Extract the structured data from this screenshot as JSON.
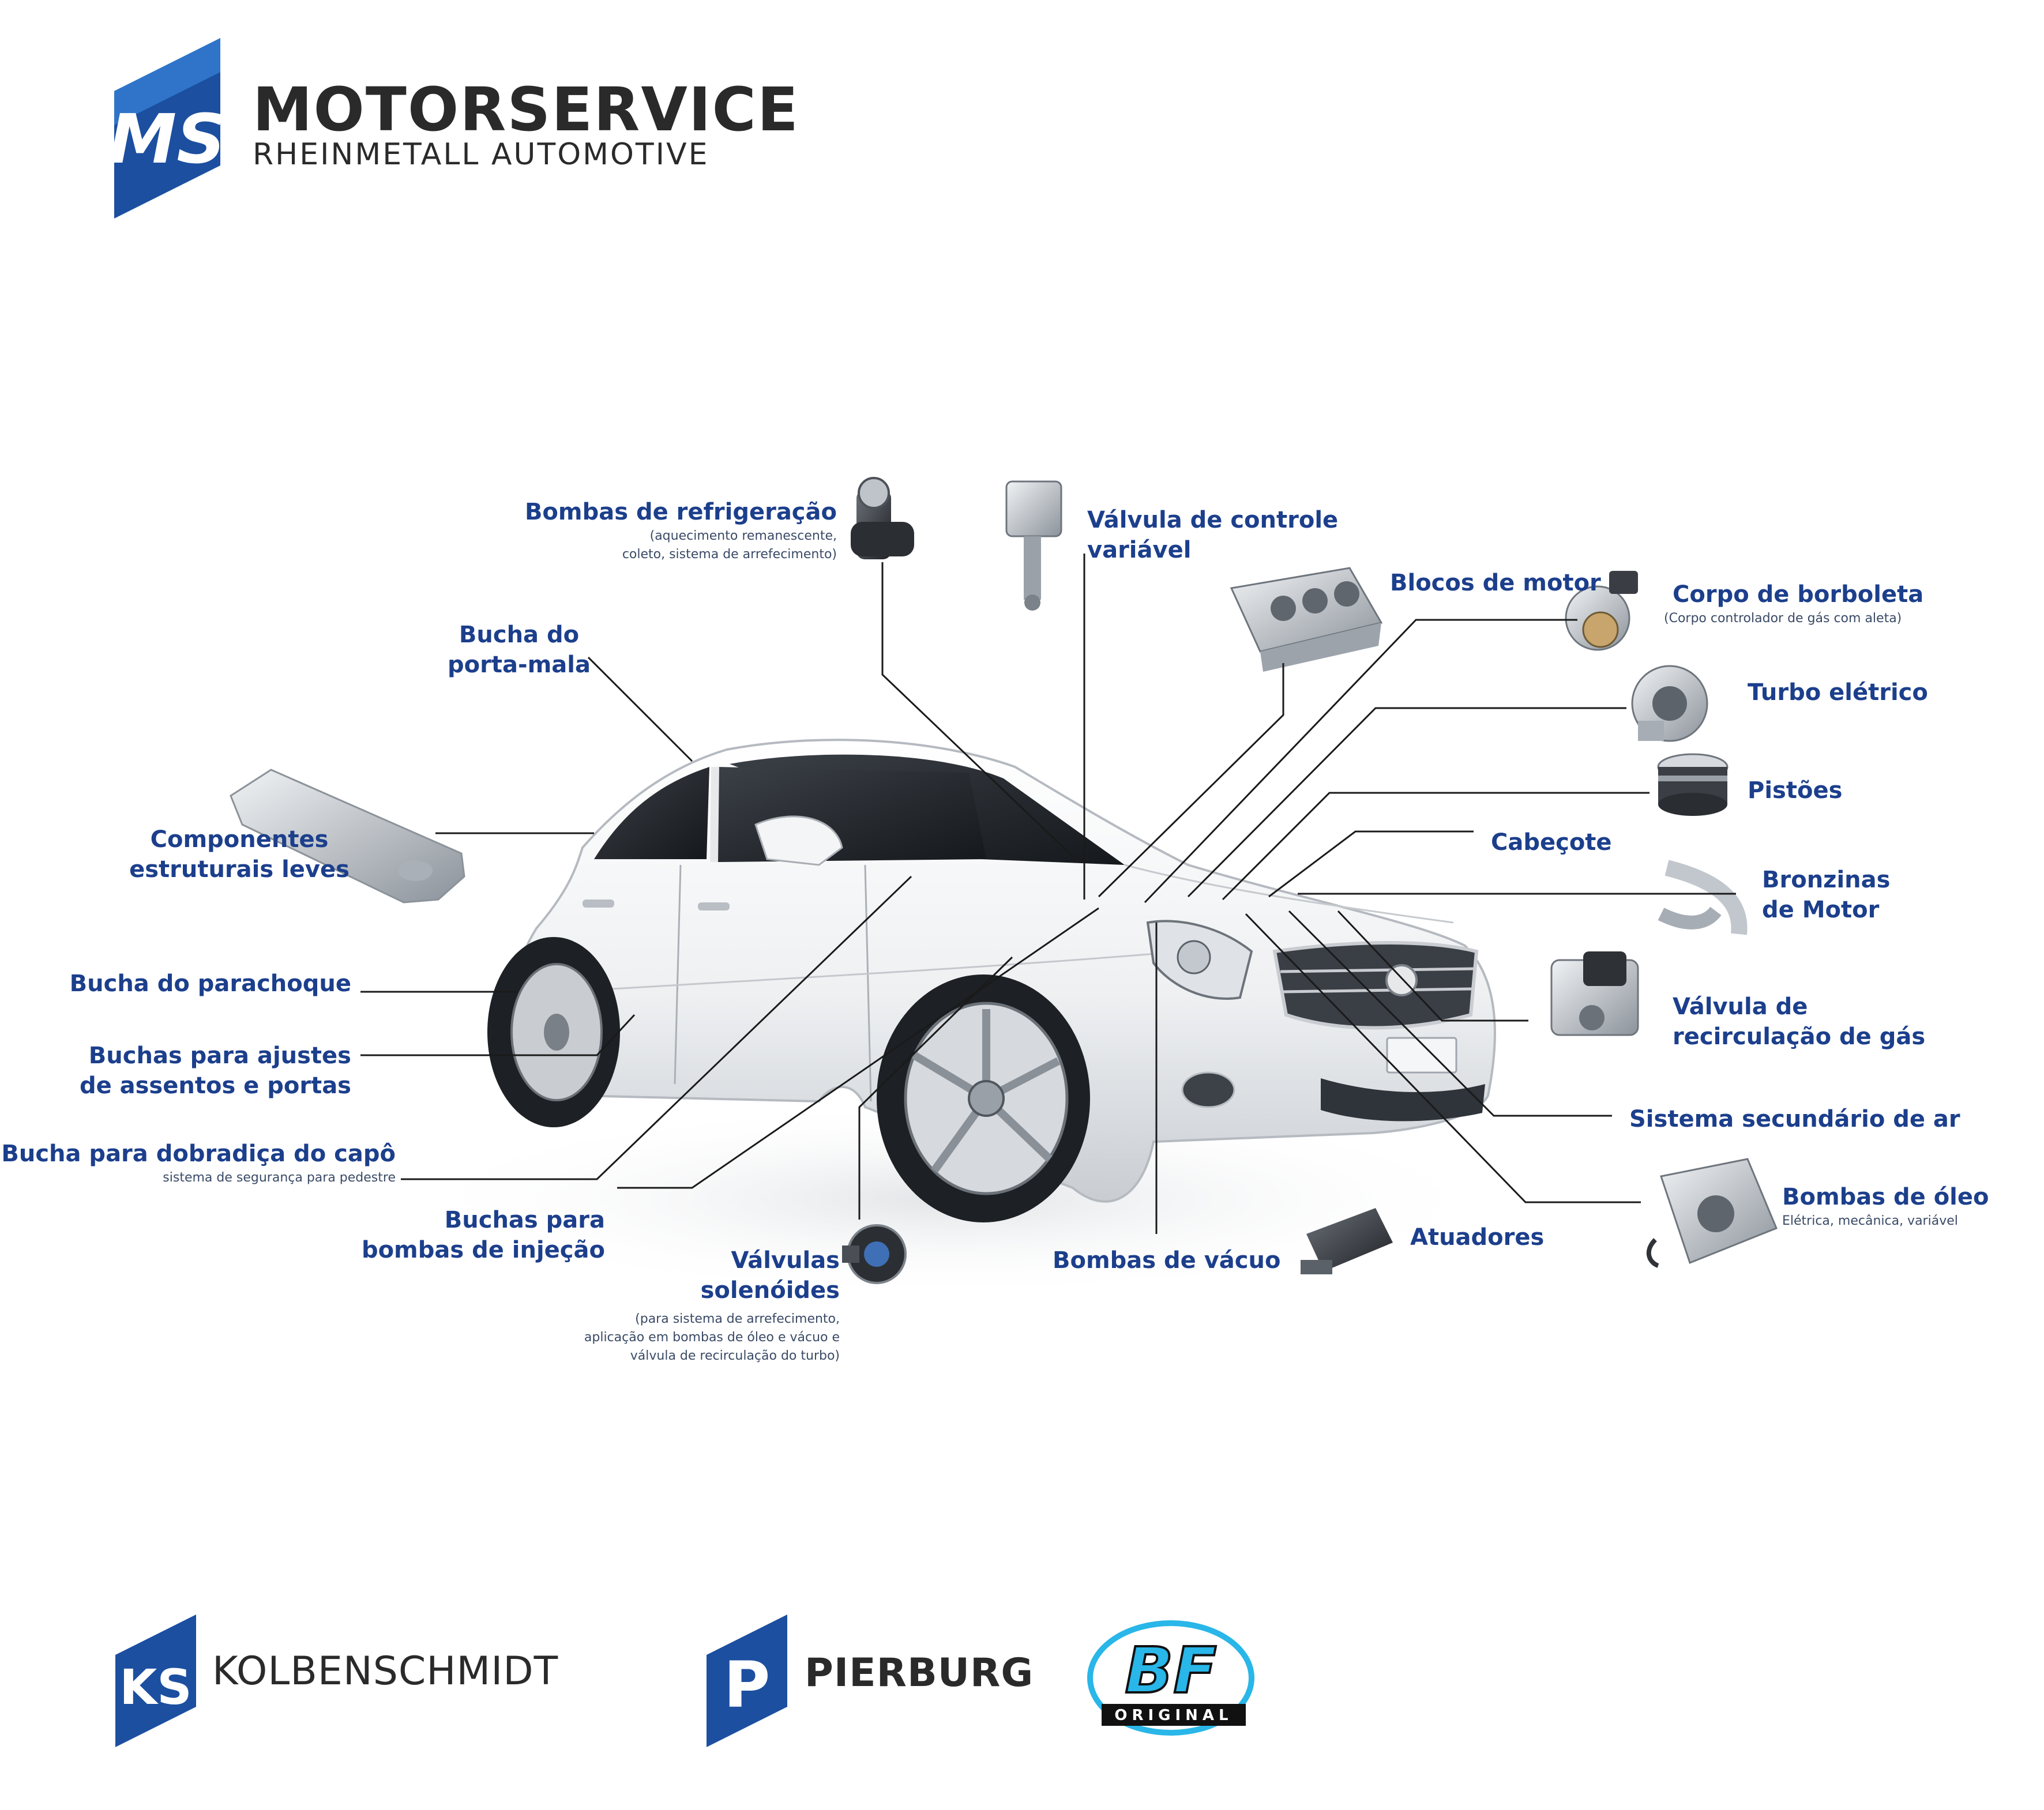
{
  "brand": {
    "logo_letters": "MS",
    "name": "MOTORSERVICE",
    "subtitle": "RHEINMETALL AUTOMOTIVE",
    "accent": "#1c4fa0",
    "accent_light": "#2f74c8",
    "label_color": "#1c3f8c"
  },
  "labels": {
    "bombas_refrigeracao": {
      "title": "Bombas de refrigeração",
      "sub": [
        "(aquecimento remanescente,",
        "coleto, sistema de arrefecimento)"
      ]
    },
    "valvula_controle": {
      "title": [
        "Válvula de controle",
        "variável"
      ]
    },
    "blocos_motor": {
      "title": "Blocos de motor"
    },
    "corpo_borboleta": {
      "title": "Corpo de borboleta",
      "sub": "(Corpo controlador de gás com aleta)"
    },
    "turbo_eletrico": {
      "title": "Turbo elétrico"
    },
    "pistoes": {
      "title": "Pistões"
    },
    "cabecote": {
      "title": "Cabeçote"
    },
    "bronzinas": {
      "title": [
        "Bronzinas",
        "de Motor"
      ]
    },
    "valvula_recirculacao": {
      "title": [
        "Válvula de",
        "recirculação de gás"
      ]
    },
    "sistema_secundario": {
      "title": "Sistema secundário de ar"
    },
    "bombas_oleo": {
      "title": "Bombas de óleo",
      "sub": "Elétrica, mecânica, variável"
    },
    "atuadores": {
      "title": "Atuadores"
    },
    "bombas_vacuo": {
      "title": "Bombas de vácuo"
    },
    "valvulas_solenoides": {
      "title": [
        "Válvulas",
        "solenóides"
      ],
      "sub": [
        "(para sistema de arrefecimento,",
        "aplicação em bombas de óleo e vácuo e",
        "válvula de recirculação do turbo)"
      ]
    },
    "buchas_injecao": {
      "title": [
        "Buchas para",
        "bombas de injeção"
      ]
    },
    "bucha_capo": {
      "title": "Bucha para dobradiça do capô",
      "sub": "sistema de segurança para pedestre"
    },
    "buchas_assentos": {
      "title": [
        "Buchas para ajustes",
        "de assentos e portas"
      ]
    },
    "bucha_parachoque": {
      "title": "Bucha do parachoque"
    },
    "componentes_estruturais": {
      "title": [
        "Componentes",
        "estruturais leves"
      ]
    },
    "bucha_porta_mala": {
      "title": [
        "Bucha do",
        "porta-mala"
      ]
    }
  },
  "footer": {
    "kolbenschmidt": {
      "letters": "KS",
      "name": "KOLBENSCHMIDT"
    },
    "pierburg": {
      "letter": "P",
      "name": "PIERBURG"
    },
    "bf": {
      "letters": "BF",
      "sub": "ORIGINAL",
      "accent": "#29b6e8"
    }
  }
}
